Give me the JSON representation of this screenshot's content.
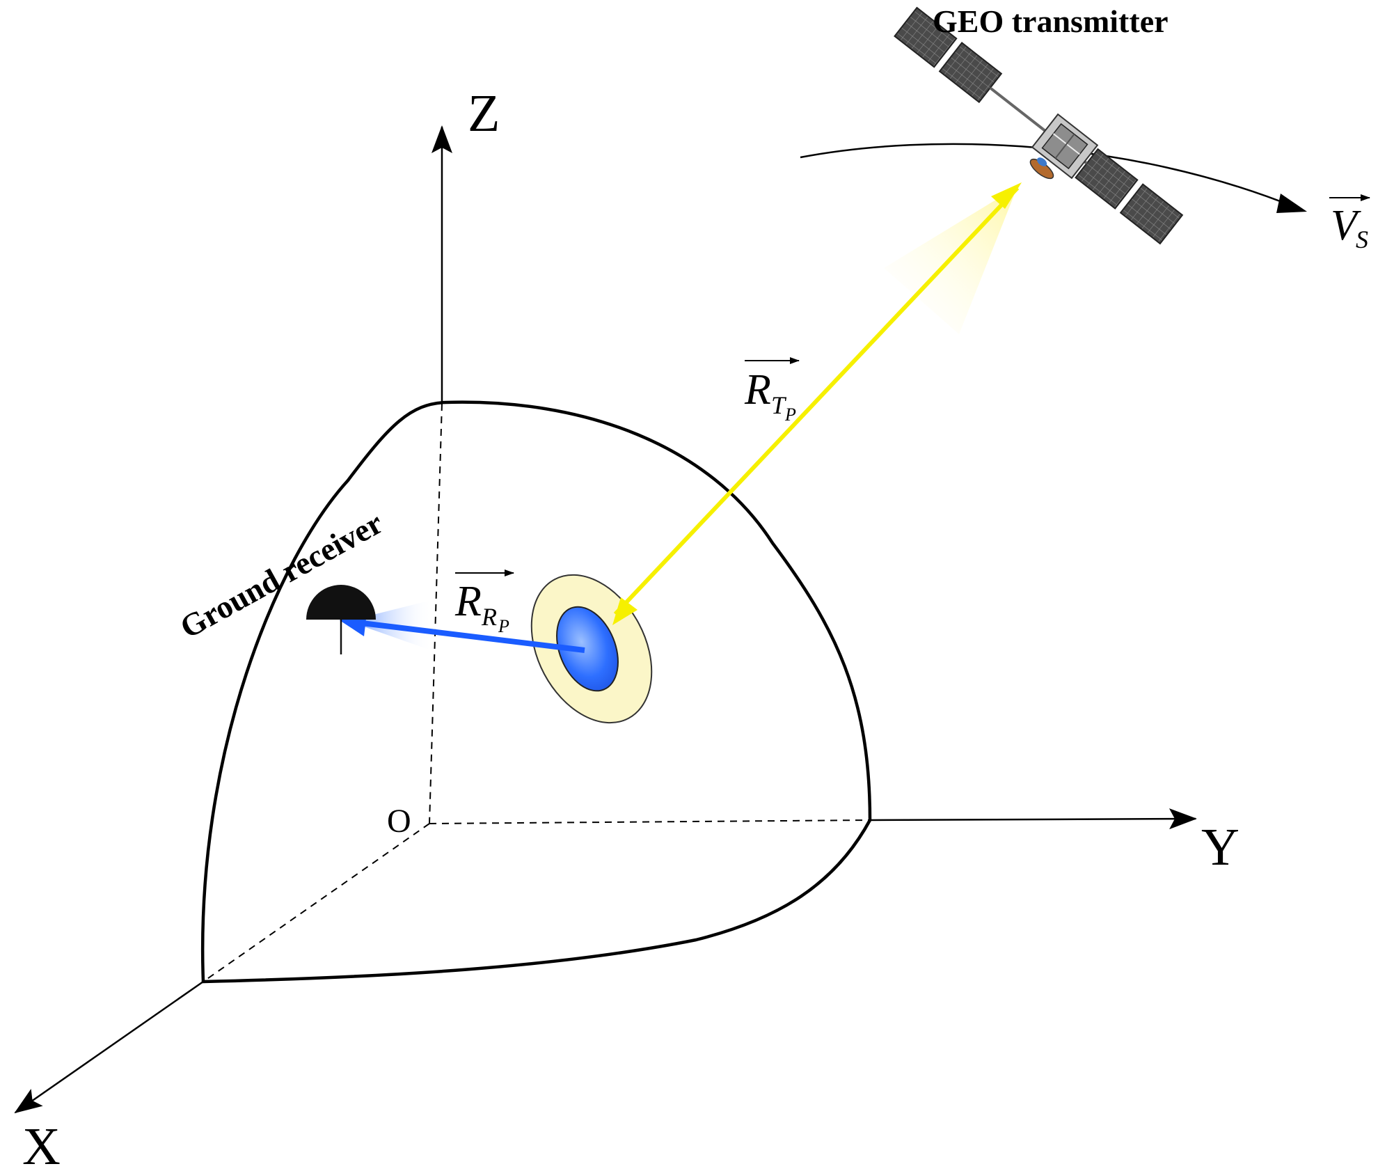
{
  "axes": {
    "x_label": "X",
    "y_label": "Y",
    "z_label": "Z",
    "origin_label": "O"
  },
  "labels": {
    "transmitter": "GEO transmitter",
    "receiver": "Ground receiver"
  },
  "vectors": {
    "rt": {
      "main": "R",
      "sub": "T",
      "subsub": "P"
    },
    "rr": {
      "main": "R",
      "sub": "R",
      "subsub": "P"
    },
    "vs": {
      "main": "V",
      "sub": "S"
    }
  },
  "colors": {
    "transmit_beam": "#f6f000",
    "receive_beam": "#1a5cff",
    "footprint_outer": "#fbf6c8",
    "footprint_inner": "#2e6fff",
    "receiver": "#111111",
    "panel": "#4a4a4a"
  },
  "icons": {
    "transmitter": "satellite-icon",
    "receiver": "dish-icon"
  }
}
